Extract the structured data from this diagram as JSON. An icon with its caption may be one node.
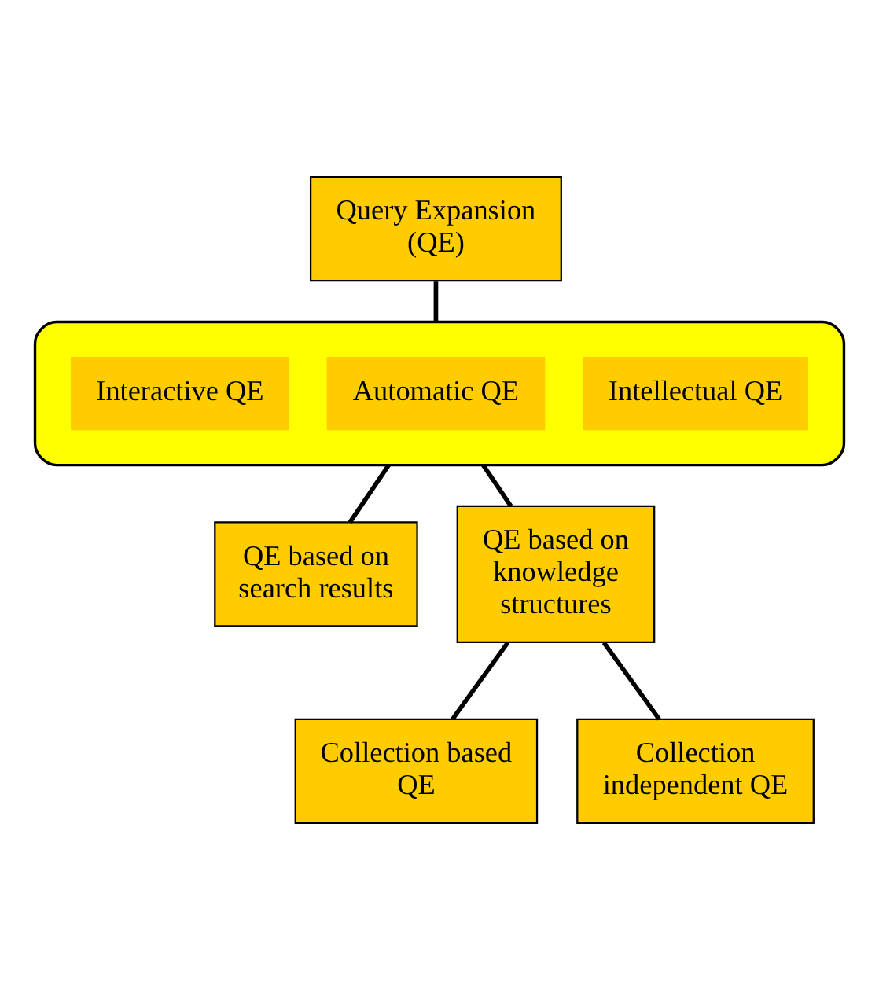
{
  "diagram": {
    "nodes": [
      {
        "text": [
          "Query Expansion (QE)"
        ]
      },
      {
        "text": [],
        "shape": "ellipse"
      },
      {
        "text": [
          "Intellectual QE"
        ],
        "in": 1
      },
      {
        "text": [
          "Automatic QE"
        ],
        "in": 1
      },
      {
        "text": [
          "Interactive QE"
        ],
        "in": 1
      },
      {
        "text": [
          "QE based on search results"
        ]
      },
      {
        "text": [
          "QE based on knowledge structures"
        ]
      },
      {
        "text": [
          "Collection based QE"
        ]
      },
      {
        "text": [
          "Collection independent QE"
        ]
      }
    ],
    "edges": [
      {
        "from": 0,
        "to": 1,
        "arrow": "none"
      },
      {
        "from": 1,
        "to": 5,
        "arrow": "none"
      },
      {
        "from": 1,
        "to": 6,
        "arrow": "none"
      },
      {
        "from": 6,
        "to": 7,
        "arrow": "none"
      },
      {
        "from": 6,
        "to": 8,
        "arrow": "none"
      }
    ]
  }
}
